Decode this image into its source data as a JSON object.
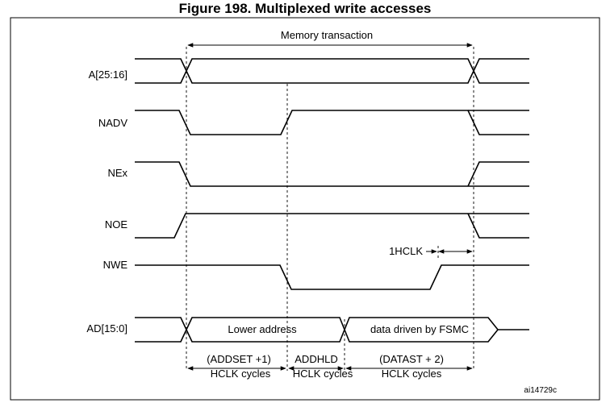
{
  "figure_title": "Figure 198. Multiplexed write accesses",
  "labels": {
    "memory_transaction": "Memory transaction",
    "one_hclk": "1HCLK",
    "lower_address": "Lower address",
    "data_driven": "data driven by FSMC",
    "addset_top": "(ADDSET +1)",
    "addset_bottom": "HCLK cycles",
    "addhld_top": "ADDHLD",
    "addhld_bottom": "HCLK cycles",
    "datast_top": "(DATAST + 2)",
    "datast_bottom": "HCLK cycles",
    "figure_id": "ai14729c"
  },
  "signals": {
    "a": "A[25:16]",
    "nadv": "NADV",
    "nex": "NEx",
    "noe": "NOE",
    "nwe": "NWE",
    "ad": "AD[15:0]"
  }
}
